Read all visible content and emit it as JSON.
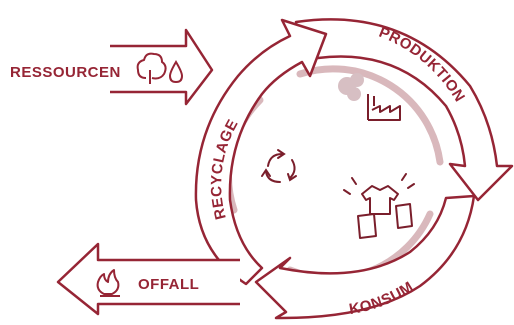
{
  "labels": {
    "resources": "RESSOURCEN",
    "production": "PRODUKTION",
    "recycling": "RECYCLAGE",
    "consumption": "KONSUM",
    "waste": "OFFALL"
  },
  "icons": {
    "resources": [
      "tree-icon",
      "water-drop-icon"
    ],
    "production": "factory-icon",
    "recycling": "recycle-icon",
    "consumption": "products-icon",
    "waste": "fire-icon"
  },
  "colors": {
    "primary": "#962535",
    "outline": "#7a1e2b",
    "shadow": "#d9b8bc",
    "smoke": "#d7bfc3",
    "background": "#ffffff"
  }
}
